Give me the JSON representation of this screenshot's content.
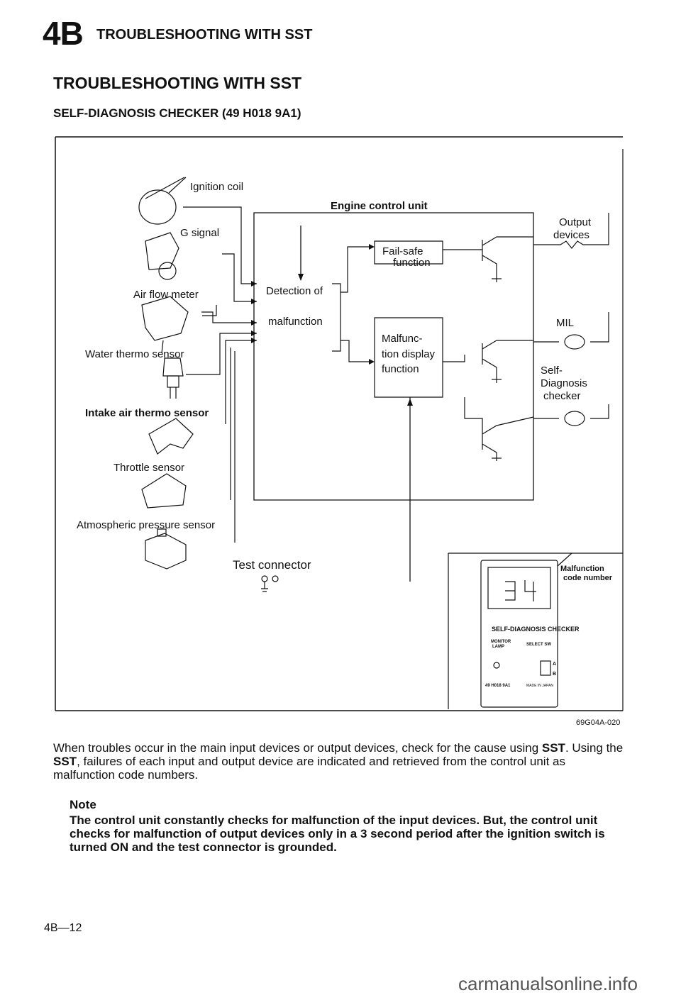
{
  "header": {
    "section_number": "4B",
    "section_title": "TROUBLESHOOTING WITH SST"
  },
  "title": "TROUBLESHOOTING WITH SST",
  "subtitle": "SELF-DIAGNOSIS CHECKER (49 H018 9A1)",
  "diagram": {
    "inputs": {
      "ignition_coil": "Ignition coil",
      "g_signal": "G signal",
      "air_flow_meter": "Air flow meter",
      "water_thermo": "Water thermo sensor",
      "intake_air": "Intake air thermo sensor",
      "throttle": "Throttle sensor",
      "atmospheric": "Atmospheric pressure sensor"
    },
    "ecu": {
      "title": "Engine control unit",
      "detection_1": "Detection of",
      "detection_2": "malfunction",
      "failsafe_1": "Fail-safe",
      "failsafe_2": "function",
      "display_1": "Malfunc-",
      "display_2": "tion display",
      "display_3": "function"
    },
    "outputs": {
      "output_1": "Output",
      "output_2": "devices",
      "mil": "MIL",
      "self_1": "Self-",
      "self_2": "Diagnosis",
      "self_3": "checker"
    },
    "test_connector": "Test connector",
    "checker": {
      "callout_1": "Malfunction",
      "callout_2": "code number",
      "label": "SELF-DIAGNOSIS CHECKER",
      "monitor_1": "MONITOR",
      "monitor_2": "LAMP",
      "select": "SELECT SW",
      "switch_a": "A",
      "switch_b": "B",
      "part_no": "49 H018 9A1",
      "made_in": "MADE IN JAPAN"
    },
    "figure_code": "69G04A-020"
  },
  "body": {
    "p1_a": "When troubles occur in the main input devices or output devices, check for the cause using ",
    "sst_1": "SST",
    "p1_b": ". Using the ",
    "sst_2": "SST",
    "p1_c": ", failures of each input and output device are indicated and retrieved from the control unit as malfunction code numbers."
  },
  "note": {
    "heading": "Note",
    "text": "The control unit constantly checks for malfunction of the input devices. But, the control unit checks for malfunction of output devices only in a 3 second period after the ignition switch is turned ON and the test connector is grounded."
  },
  "page_number": "4B—12",
  "watermark": "carmanualsonline.info"
}
